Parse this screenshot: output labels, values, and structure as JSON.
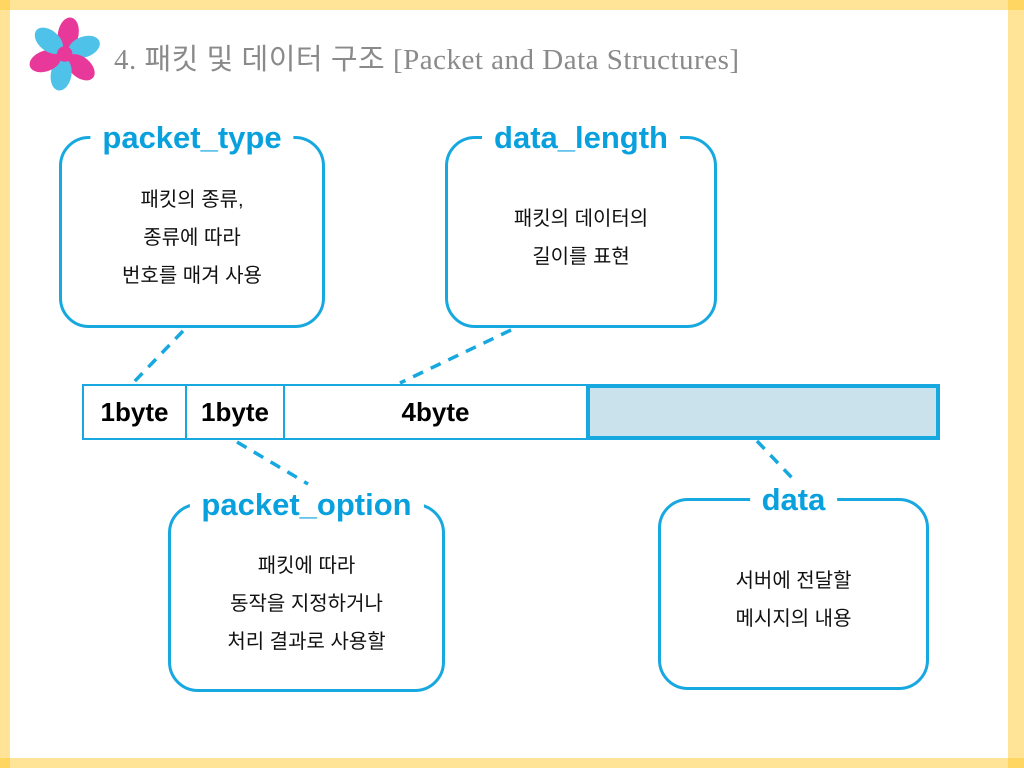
{
  "slide": {
    "title": "4. 패킷 및 데이터 구조 [Packet and Data Structures]"
  },
  "logo": {
    "name": "flower-logo",
    "petal_pink": "#e8399a",
    "petal_blue": "#4fc2e9"
  },
  "colors": {
    "accent_blue": "#17a8e0",
    "callout_title_blue": "#09a1dd",
    "data_segment_fill": "#c9e2ec",
    "frame_yellow": "#ffe395",
    "header_gray": "#8a8a8a",
    "body_text": "#111111"
  },
  "callouts": [
    {
      "title": "packet_type",
      "lines": [
        "패킷의 종류,",
        "종류에 따라",
        "번호를 매겨 사용"
      ]
    },
    {
      "title": "data_length",
      "lines": [
        "패킷의 데이터의",
        "길이를 표현"
      ]
    },
    {
      "title": "packet_option",
      "lines": [
        "패킷에 따라",
        "동작을 지정하거나",
        "처리 결과로 사용할"
      ]
    },
    {
      "title": "data",
      "lines": [
        "서버에 전달할",
        "메시지의 내용"
      ]
    }
  ],
  "packet_bar": {
    "segments": [
      {
        "label": "1byte"
      },
      {
        "label": "1byte"
      },
      {
        "label": "4byte"
      },
      {
        "label": ""
      }
    ]
  },
  "connections": [
    {
      "from": "packet_type",
      "to": "segment-1"
    },
    {
      "from": "data_length",
      "to": "segment-3"
    },
    {
      "from": "packet_option",
      "to": "segment-2"
    },
    {
      "from": "data",
      "to": "segment-4"
    }
  ]
}
